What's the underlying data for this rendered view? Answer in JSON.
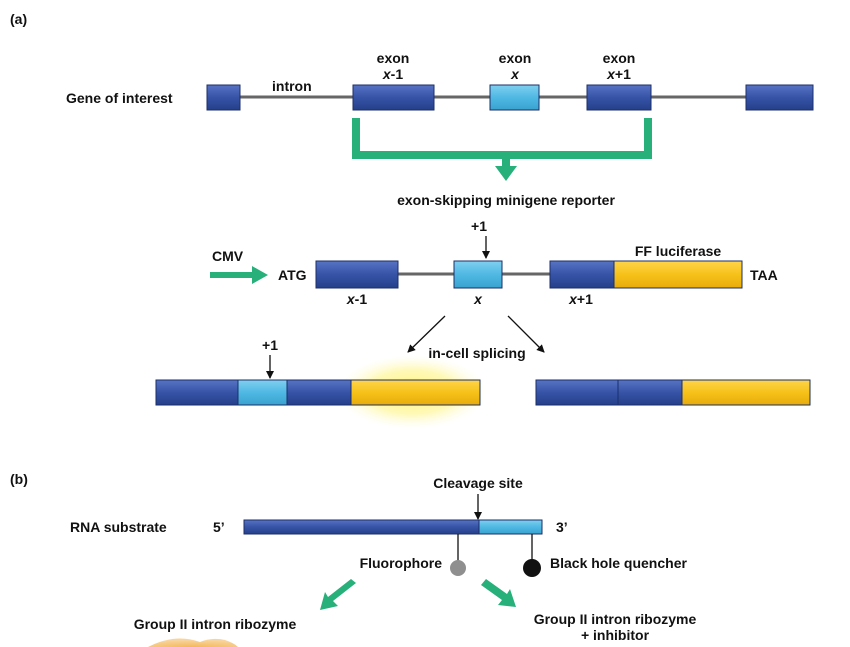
{
  "colors": {
    "exon_dark": "#3653a6",
    "exon_light": "#4fb8e3",
    "luciferase": "#f6c21a",
    "green_arrow": "#27b07a",
    "line_gray": "#666666",
    "glow": "#fff36a",
    "quencher": "#111111",
    "fluorophore": "#8f8f8f"
  },
  "panel_a": {
    "tag": "(a)",
    "gene_label": "Gene of interest",
    "intron_label": "intron",
    "exon_word": "exon",
    "exon_prev_var": "x",
    "exon_prev_suffix": "-1",
    "exon_mid_var": "x",
    "exon_next_var": "x",
    "exon_next_suffix": "+1",
    "reporter_title": "exon-skipping minigene reporter",
    "plus_one": "+1",
    "cmv": "CMV",
    "atg": "ATG",
    "luciferase": "FF luciferase",
    "taa": "TAA",
    "below_prev_var": "x",
    "below_prev_suffix": "-1",
    "below_mid_var": "x",
    "below_next_var": "x",
    "below_next_suffix": "+1",
    "splicing": "in-cell splicing",
    "plus_one_product": "+1"
  },
  "panel_b": {
    "tag": "(b)",
    "cleavage": "Cleavage site",
    "rna_label": "RNA substrate",
    "five_prime": "5’",
    "three_prime": "3’",
    "fluorophore": "Fluorophore",
    "quencher": "Black hole quencher",
    "ribozyme_left": "Group II intron ribozyme",
    "ribozyme_right_1": "Group II intron ribozyme",
    "ribozyme_right_2": "+ inhibitor"
  }
}
